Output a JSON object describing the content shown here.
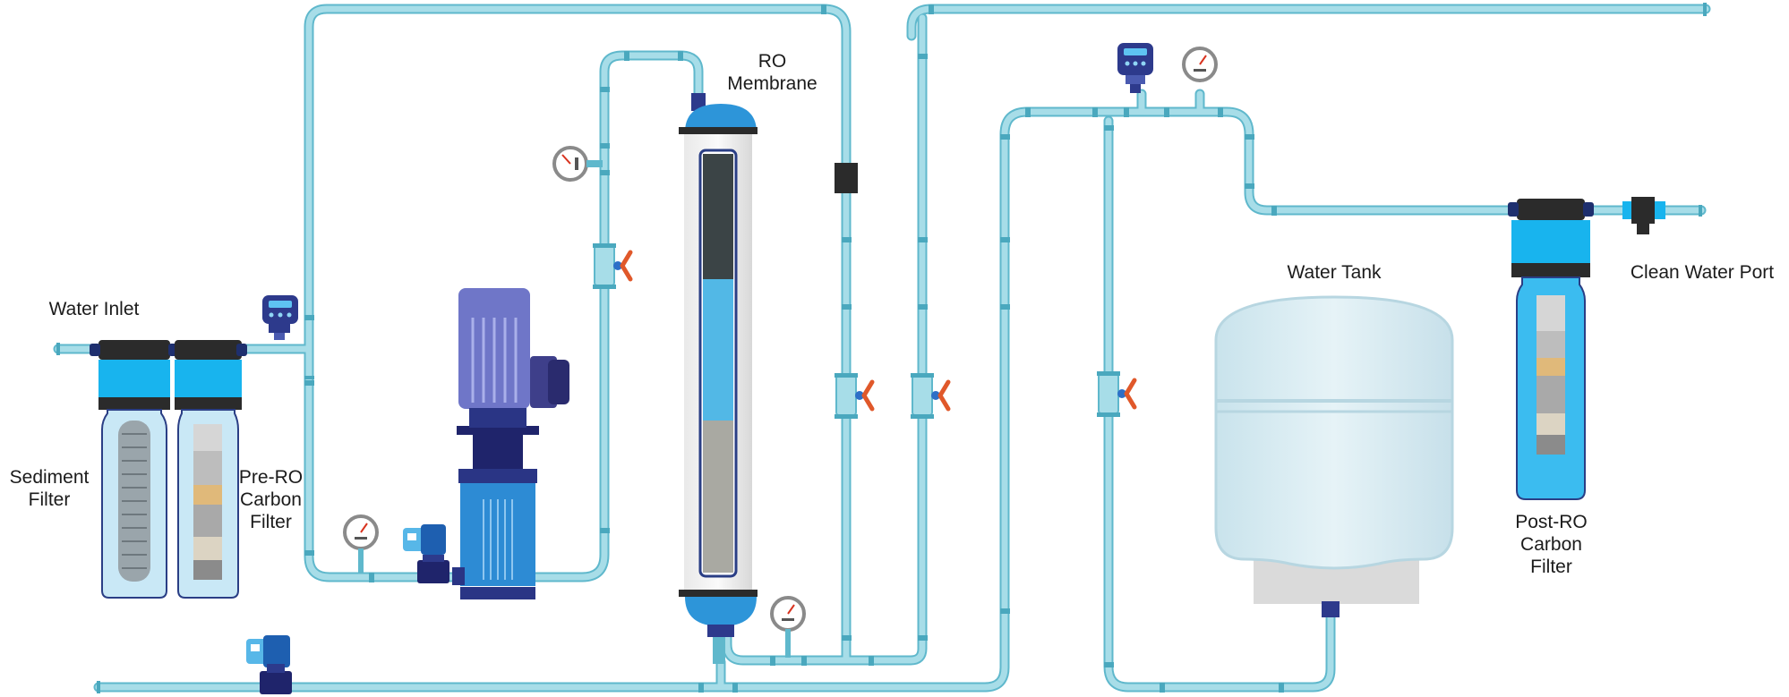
{
  "labels": {
    "water_inlet": "Water Inlet",
    "sediment_filter": "Sediment\nFilter",
    "pre_ro_carbon_filter": "Pre-RO\nCarbon\nFilter",
    "ro_membrane": "RO\nMembrane",
    "water_tank": "Water Tank",
    "clean_water_port": "Clean Water Port",
    "post_ro_carbon_filter": "Post-RO\nCarbon\nFilter"
  },
  "colors": {
    "pipe": "#a7dde8",
    "pipe_edge": "#5fb8cc",
    "filter_cap": "#18b4ee",
    "dark_band": "#2b2b2b",
    "housing": "#c9e8f6",
    "motor": "#6f76c8",
    "pump_body": "#2d8bd4",
    "gauge_needle": "#d8331f",
    "valve_handle": "#e0582a",
    "tank": "#dcedf2"
  }
}
